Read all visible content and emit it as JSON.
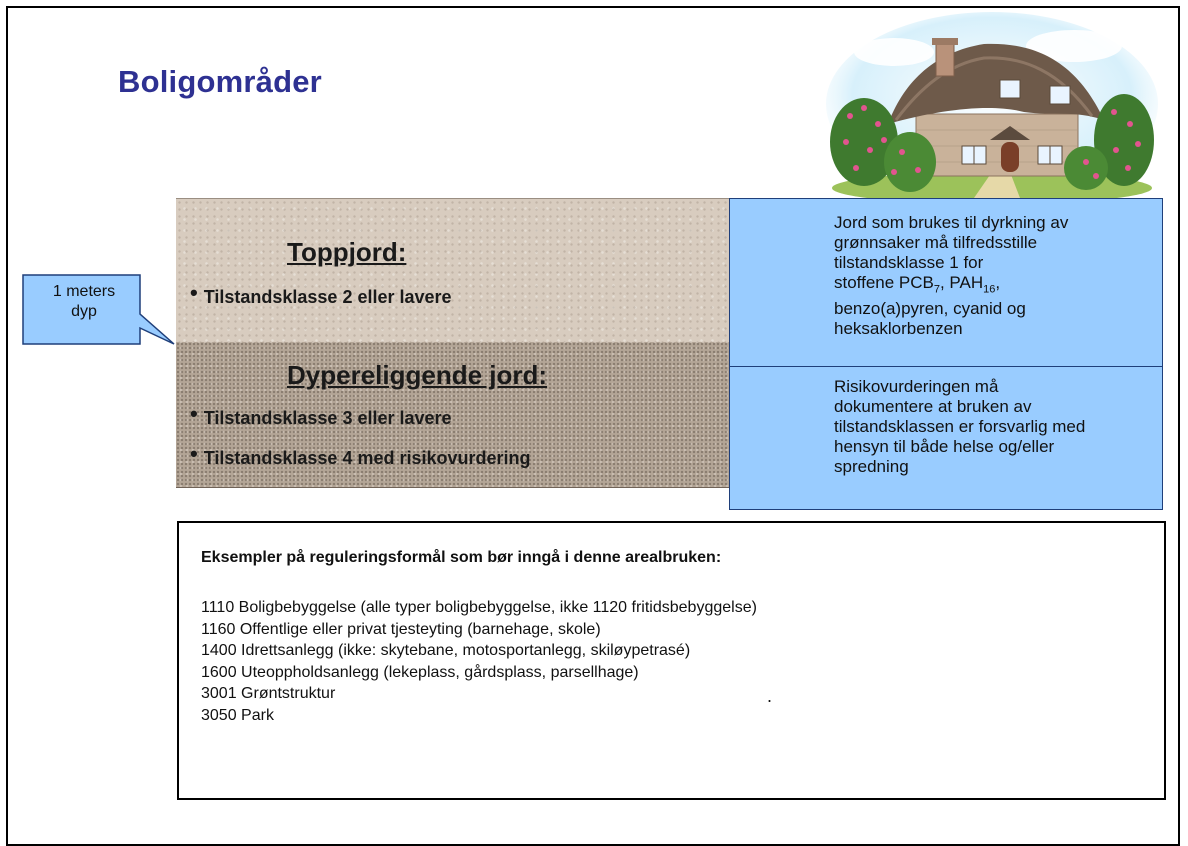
{
  "slide": {
    "title": "Boligområder"
  },
  "house_picture": {
    "icon": "cottage-illustration-icon"
  },
  "callout": {
    "line1": "1 meters",
    "line2": "dyp"
  },
  "topsoil": {
    "heading": "Toppjord:",
    "bullets": [
      "Tilstandsklasse 2 eller lavere"
    ]
  },
  "deep_soil": {
    "heading": "Dypereliggende jord:",
    "bullets": [
      "Tilstandsklasse 3 eller lavere",
      "Tilstandsklasse 4 med risikovurdering"
    ]
  },
  "info_top": {
    "line1": "Jord som brukes til dyrkning av",
    "line2": "grønnsaker må tilfredsstille",
    "line3": "tilstandsklasse 1 for",
    "line4_pre": "stoffene PCB",
    "line4_sub1": "7",
    "line4_mid": ", PAH",
    "line4_sub2": "16",
    "line4_post": ",",
    "line5": "benzo(a)pyren, cyanid og",
    "line6": "heksaklorbenzen"
  },
  "info_bottom": {
    "line1": "Risikovurderingen må",
    "line2": "dokumentere at bruken av",
    "line3": "tilstandsklassen er forsvarlig med",
    "line4": "hensyn til både helse og/eller",
    "line5": "spredning"
  },
  "examples": {
    "heading": "Eksempler på reguleringsformål som bør inngå i denne arealbruken:",
    "items": [
      "1110 Boligbebyggelse (alle typer boligbebyggelse, ikke 1120 fritidsbebyggelse)",
      "1160 Offentlige eller privat tjesteyting (barnehage, skole)",
      "1400 Idrettsanlegg (ikke: skytebane, motosportanlegg, skiløypetrasé)",
      "1600 Uteoppholdsanlegg (lekeplass, gårdsplass, parsellhage)",
      "3001 Grøntstruktur",
      "3050 Park"
    ],
    "stray_mark": "."
  },
  "colors": {
    "title": "#2e3192",
    "info_box_fill": "#99ccff",
    "info_box_border": "#1f3f7a"
  }
}
